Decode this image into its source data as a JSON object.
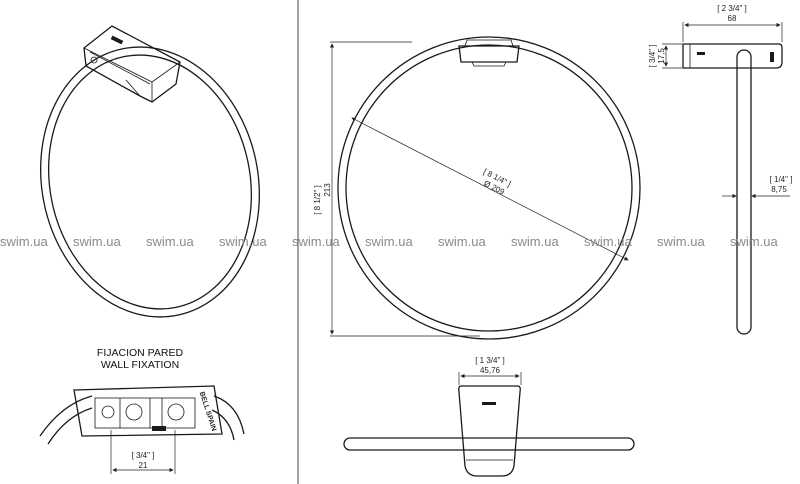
{
  "watermark": {
    "text": "swim.ua",
    "repeats": 11
  },
  "wall_fixation": {
    "title_es": "FIJACION PARED",
    "title_en": "WALL FIXATION",
    "brand_label": "BELL SPAIN"
  },
  "dimensions": {
    "top_width_in": "[ 2 3/4\" ]",
    "top_width_mm": "68",
    "depth_in": "[ 3/4\" ]",
    "depth_mm": "17,5",
    "bar_in": "[ 1/4\" ]",
    "bar_mm": "8,75",
    "height_in": "[ 8 1/2\" ]",
    "height_mm": "213",
    "diameter_in": "[ 8 1/4\" ]",
    "diameter_mm": "Ø 209",
    "mount_in": "[ 1 3/4\" ]",
    "mount_mm": "45,76",
    "fixation_in": "[ 3/4\" ]",
    "fixation_mm": "21"
  },
  "colors": {
    "line": "#1a1a1a",
    "watermark": "#8a8a8a",
    "background": "#ffffff"
  }
}
